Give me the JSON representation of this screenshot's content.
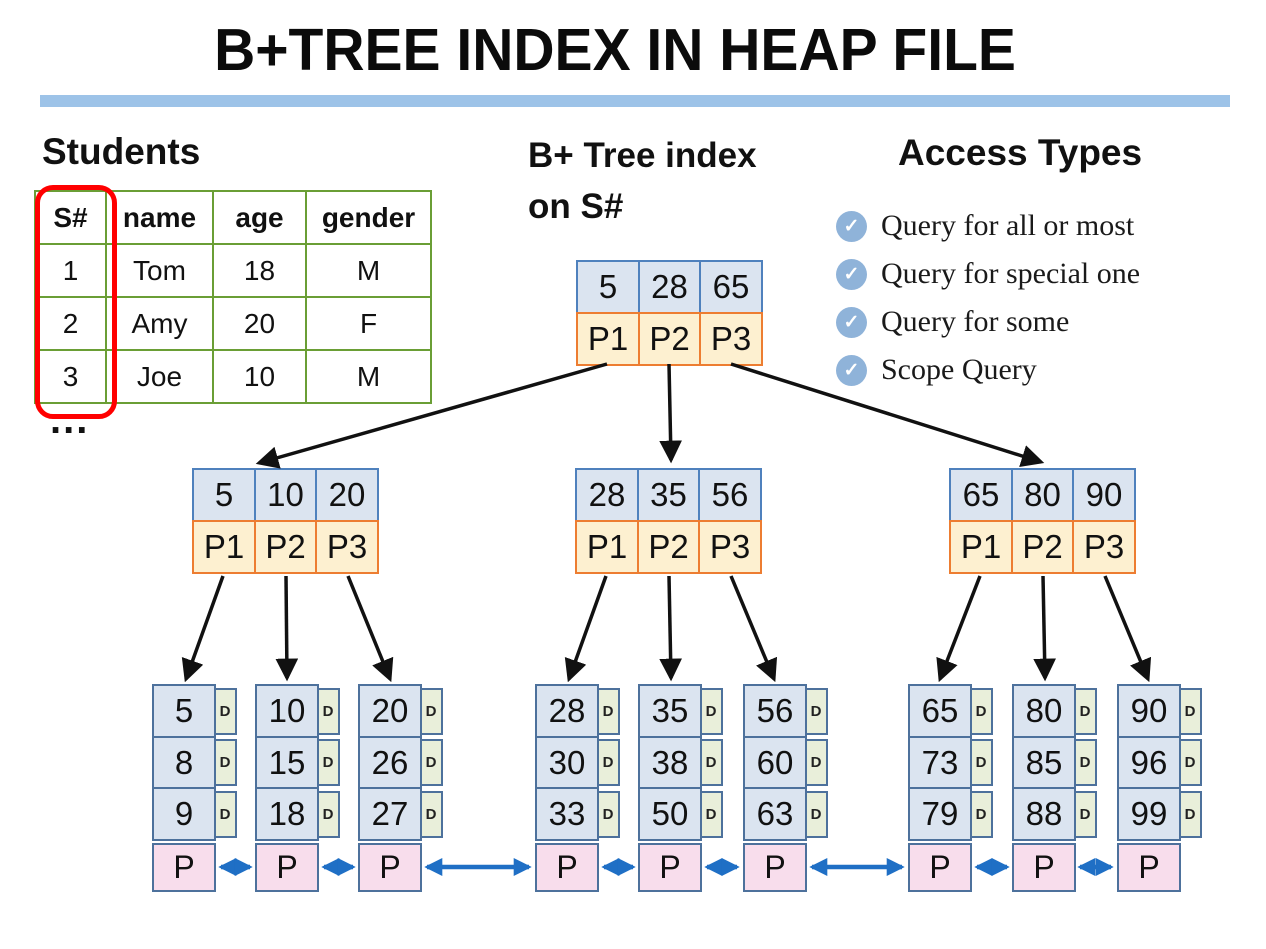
{
  "title": "B+TREE INDEX IN HEAP FILE",
  "students": {
    "heading": "Students",
    "columns": [
      "S#",
      "name",
      "age",
      "gender"
    ],
    "rows": [
      [
        "1",
        "Tom",
        "18",
        "M"
      ],
      [
        "2",
        "Amy",
        "20",
        "F"
      ],
      [
        "3",
        "Joe",
        "10",
        "M"
      ]
    ],
    "ellipsis": "..."
  },
  "tree_label": {
    "line1": "B+ Tree index",
    "line2": "on S#"
  },
  "access": {
    "heading": "Access Types",
    "check_icon": "✓",
    "items": [
      "Query for all or most",
      "Query for special one",
      "Query for some",
      "Scope Query"
    ]
  },
  "tree": {
    "root": {
      "keys": [
        "5",
        "28",
        "65"
      ],
      "pointers": [
        "P1",
        "P2",
        "P3"
      ]
    },
    "internal": [
      {
        "keys": [
          "5",
          "10",
          "20"
        ],
        "pointers": [
          "P1",
          "P2",
          "P3"
        ]
      },
      {
        "keys": [
          "28",
          "35",
          "56"
        ],
        "pointers": [
          "P1",
          "P2",
          "P3"
        ]
      },
      {
        "keys": [
          "65",
          "80",
          "90"
        ],
        "pointers": [
          "P1",
          "P2",
          "P3"
        ]
      }
    ],
    "leaves": [
      {
        "keys": [
          "5",
          "8",
          "9"
        ],
        "d": "D",
        "p": "P"
      },
      {
        "keys": [
          "10",
          "15",
          "18"
        ],
        "d": "D",
        "p": "P"
      },
      {
        "keys": [
          "20",
          "26",
          "27"
        ],
        "d": "D",
        "p": "P"
      },
      {
        "keys": [
          "28",
          "30",
          "33"
        ],
        "d": "D",
        "p": "P"
      },
      {
        "keys": [
          "35",
          "38",
          "50"
        ],
        "d": "D",
        "p": "P"
      },
      {
        "keys": [
          "56",
          "60",
          "63"
        ],
        "d": "D",
        "p": "P"
      },
      {
        "keys": [
          "65",
          "73",
          "79"
        ],
        "d": "D",
        "p": "P"
      },
      {
        "keys": [
          "80",
          "85",
          "88"
        ],
        "d": "D",
        "p": "P"
      },
      {
        "keys": [
          "90",
          "96",
          "99"
        ],
        "d": "D",
        "p": "P"
      }
    ]
  },
  "colors": {
    "title_underline": "#9dc3e8",
    "table_border": "#6a9e35",
    "highlight_ring": "#ff0000",
    "key_cell_fill": "#dbe4f0",
    "key_cell_border": "#4f81bd",
    "pointer_cell_fill": "#fdf0d0",
    "pointer_cell_border": "#ed7d31",
    "data_cell_fill": "#e9efda",
    "page_cell_fill": "#f8ddec",
    "leaf_border": "#4d719c",
    "check_icon_bg": "#8fb3d9",
    "link_arrow": "#1f6fc5",
    "tree_arrow": "#111111"
  }
}
